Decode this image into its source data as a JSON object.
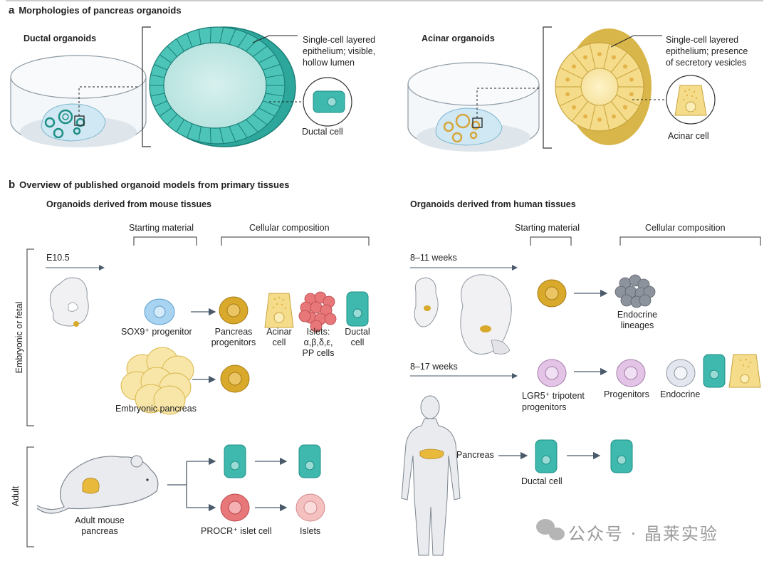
{
  "panel_a": {
    "letter": "a",
    "title": "Morphologies of pancreas organoids",
    "ductal": {
      "heading": "Ductal organoids",
      "callout": [
        "Single-cell layered",
        "epithelium; visible,",
        "hollow lumen"
      ],
      "cell_label": "Ductal cell"
    },
    "acinar": {
      "heading": "Acinar organoids",
      "callout": [
        "Single-cell layered",
        "epithelium; presence",
        "of secretory vesicles"
      ],
      "cell_label": "Acinar cell"
    }
  },
  "panel_b": {
    "letter": "b",
    "title": "Overview of published organoid models from primary tissues",
    "mouse": {
      "heading": "Organoids derived from mouse tissues",
      "col_start": "Starting material",
      "col_comp": "Cellular composition",
      "side_embryonic": "Embryonic or fetal",
      "side_adult": "Adult",
      "timepoint": "E10.5",
      "sox9_label": "SOX9⁺ progenitor",
      "comp_labels": [
        [
          "Pancreas",
          "progenitors"
        ],
        [
          "Acinar",
          "cell"
        ],
        [
          "Islets:",
          "α,β,δ,ε,",
          "PP cells"
        ],
        [
          "Ductal",
          "cell"
        ]
      ],
      "embryonic_pancreas": "Embryonic pancreas",
      "adult_label": [
        "Adult mouse",
        "pancreas"
      ],
      "procr_label": "PROCR⁺ islet cell",
      "islets_label": "Islets"
    },
    "human": {
      "heading": "Organoids derived from human tissues",
      "col_start": "Starting material",
      "col_comp": "Cellular composition",
      "time1": "8–11 weeks",
      "time2": "8–17 weeks",
      "endocrine_lineages": [
        "Endocrine",
        "lineages"
      ],
      "lgr5_label": [
        "LGR5⁺ tripotent",
        "progenitors"
      ],
      "progenitors": "Progenitors",
      "endocrine": "Endocrine",
      "pancreas": "Pancreas",
      "ductal_cell": "Ductal cell"
    }
  },
  "watermark": "公众号 · 晶莱实验",
  "colors": {
    "ductal_teal": "#3fb8ad",
    "ductal_dark": "#1e8f86",
    "acinar_yellow": "#f4dc8a",
    "acinar_dark": "#d8b64a",
    "gel_blue": "#cfe8f3",
    "progenitor_gold": "#d9a92c",
    "islet_red": "#e8777a",
    "lgr5_pink": "#e3c4e6",
    "sox9_blue": "#a9d4f1",
    "line": "#4a5a6a"
  }
}
